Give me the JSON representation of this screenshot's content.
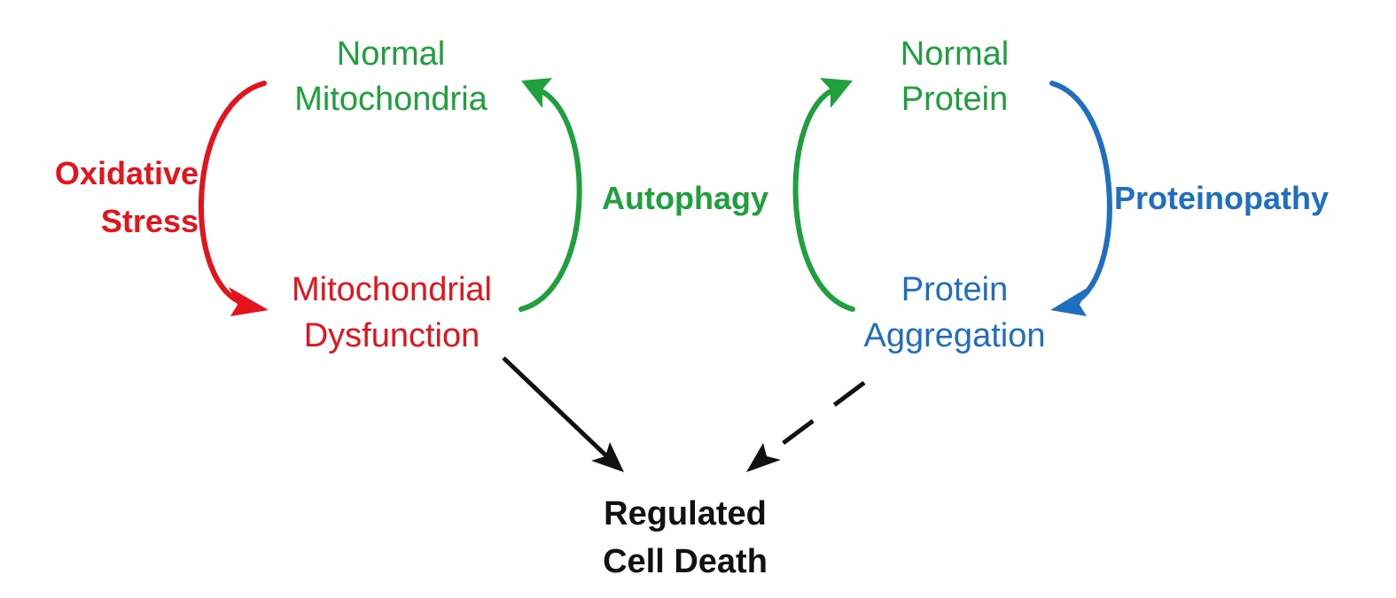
{
  "colors": {
    "red": "#e4131c",
    "green": "#1ea03c",
    "blue": "#1e6fc1",
    "black": "#111111"
  },
  "nodes": {
    "normal_mitochondria": {
      "line1": "Normal",
      "line2": "Mitochondria"
    },
    "mitochondrial_dysfunction": {
      "line1": "Mitochondrial",
      "line2": "Dysfunction"
    },
    "normal_protein": {
      "line1": "Normal",
      "line2": "Protein"
    },
    "protein_aggregation": {
      "line1": "Protein",
      "line2": "Aggregation"
    },
    "regulated_cell_death": {
      "line1": "Regulated",
      "line2": "Cell Death"
    }
  },
  "processes": {
    "oxidative_stress": {
      "line1": "Oxidative",
      "line2": "Stress"
    },
    "autophagy": "Autophagy",
    "proteinopathy": "Proteinopathy"
  },
  "edges": [
    {
      "from": "Normal Mitochondria",
      "to": "Mitochondrial Dysfunction",
      "label": "Oxidative Stress",
      "style": "solid"
    },
    {
      "from": "Mitochondrial Dysfunction",
      "to": "Normal Mitochondria",
      "label": "Autophagy",
      "style": "solid"
    },
    {
      "from": "Protein Aggregation",
      "to": "Normal Protein",
      "label": "Autophagy",
      "style": "solid"
    },
    {
      "from": "Normal Protein",
      "to": "Protein Aggregation",
      "label": "Proteinopathy",
      "style": "solid"
    },
    {
      "from": "Mitochondrial Dysfunction",
      "to": "Regulated Cell Death",
      "style": "solid"
    },
    {
      "from": "Protein Aggregation",
      "to": "Regulated Cell Death",
      "style": "dashed"
    }
  ]
}
